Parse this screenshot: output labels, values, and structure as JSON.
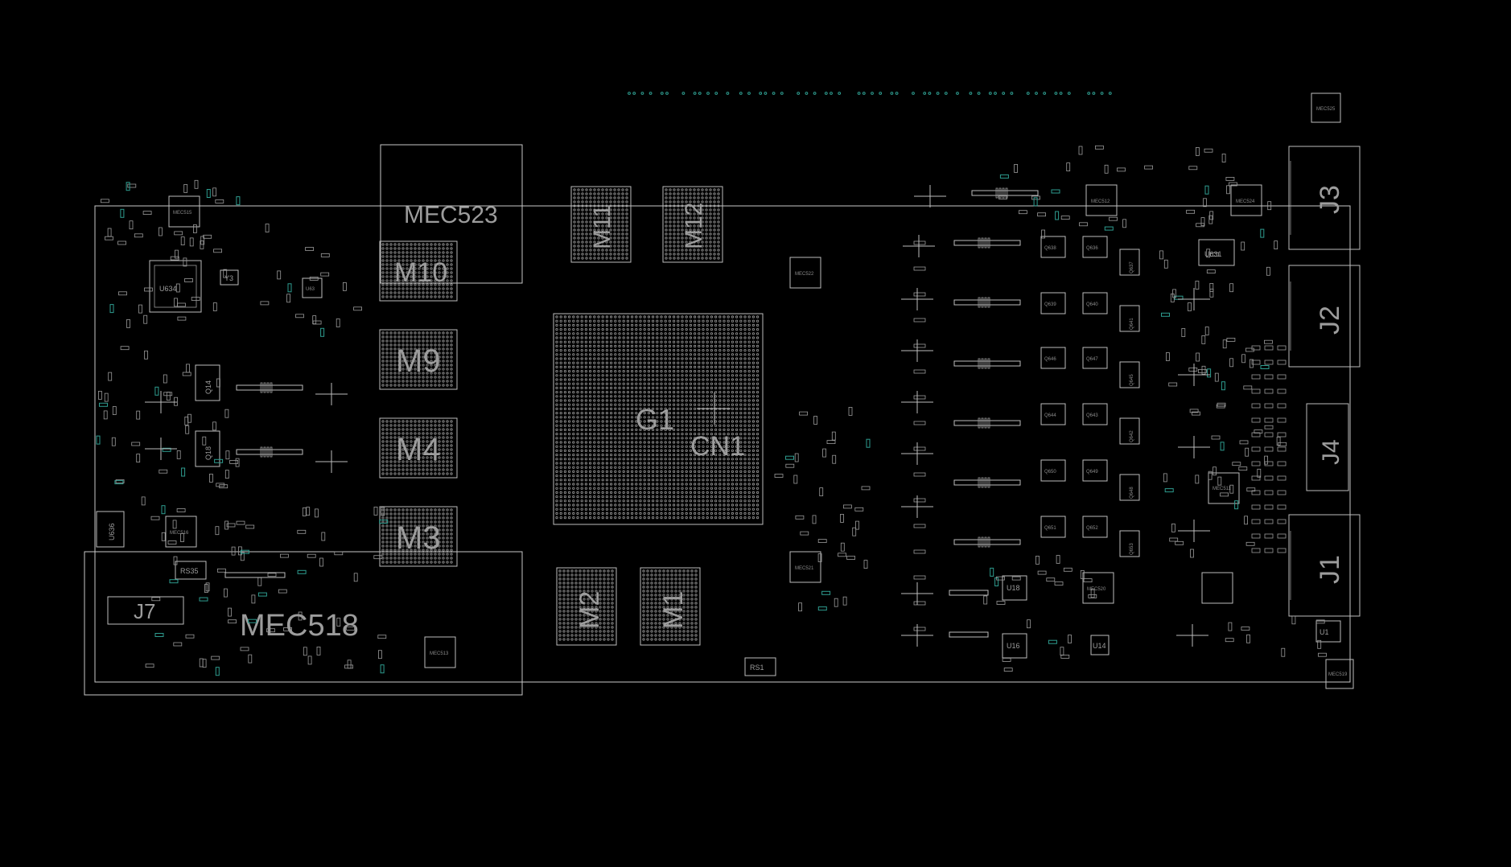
{
  "theme": {
    "background": "#000000",
    "outline": "#c8c8c8",
    "label": "#9c9c9c",
    "accent_pad": "#2e9c8f"
  },
  "components": {
    "mec523": "MEC523",
    "m10": "M10",
    "m11": "M11",
    "m12": "M12",
    "m9": "M9",
    "m4": "M4",
    "m3": "M3",
    "m2": "M2",
    "m1": "M1",
    "g1": "G1",
    "cn1": "CN1",
    "u634": "U634",
    "y3": "Y3",
    "q14": "Q14",
    "q18": "Q18",
    "u636": "U636",
    "rs35": "RS35",
    "j7": "J7",
    "mec518": "MEC518",
    "rs1": "RS1",
    "j3": "J3",
    "j2": "J2",
    "j4": "J4",
    "j1": "J1",
    "u631": "U631",
    "u16": "U16",
    "u18": "U18",
    "u14": "U14",
    "u1": "U1",
    "mec525": "MEC525",
    "mec524": "MEC524",
    "mec512": "MEC512",
    "mec522": "MEC522",
    "mec521": "MEC521",
    "mec516": "MEC516",
    "mec513": "MEC513",
    "mec515": "MEC515",
    "mec520": "MEC520",
    "mec511": "MEC511",
    "mec519": "MEC519",
    "u63": "U63",
    "q638": "Q638",
    "q636": "Q636",
    "q637": "Q637",
    "q639": "Q639",
    "q640": "Q640",
    "q641": "Q641",
    "q646": "Q646",
    "q647": "Q647",
    "q645": "Q645",
    "q644": "Q644",
    "q643": "Q643",
    "q642": "Q642",
    "q650": "Q650",
    "q649": "Q649",
    "q648": "Q648",
    "q651": "Q651",
    "q652": "Q652",
    "q653": "Q653"
  }
}
